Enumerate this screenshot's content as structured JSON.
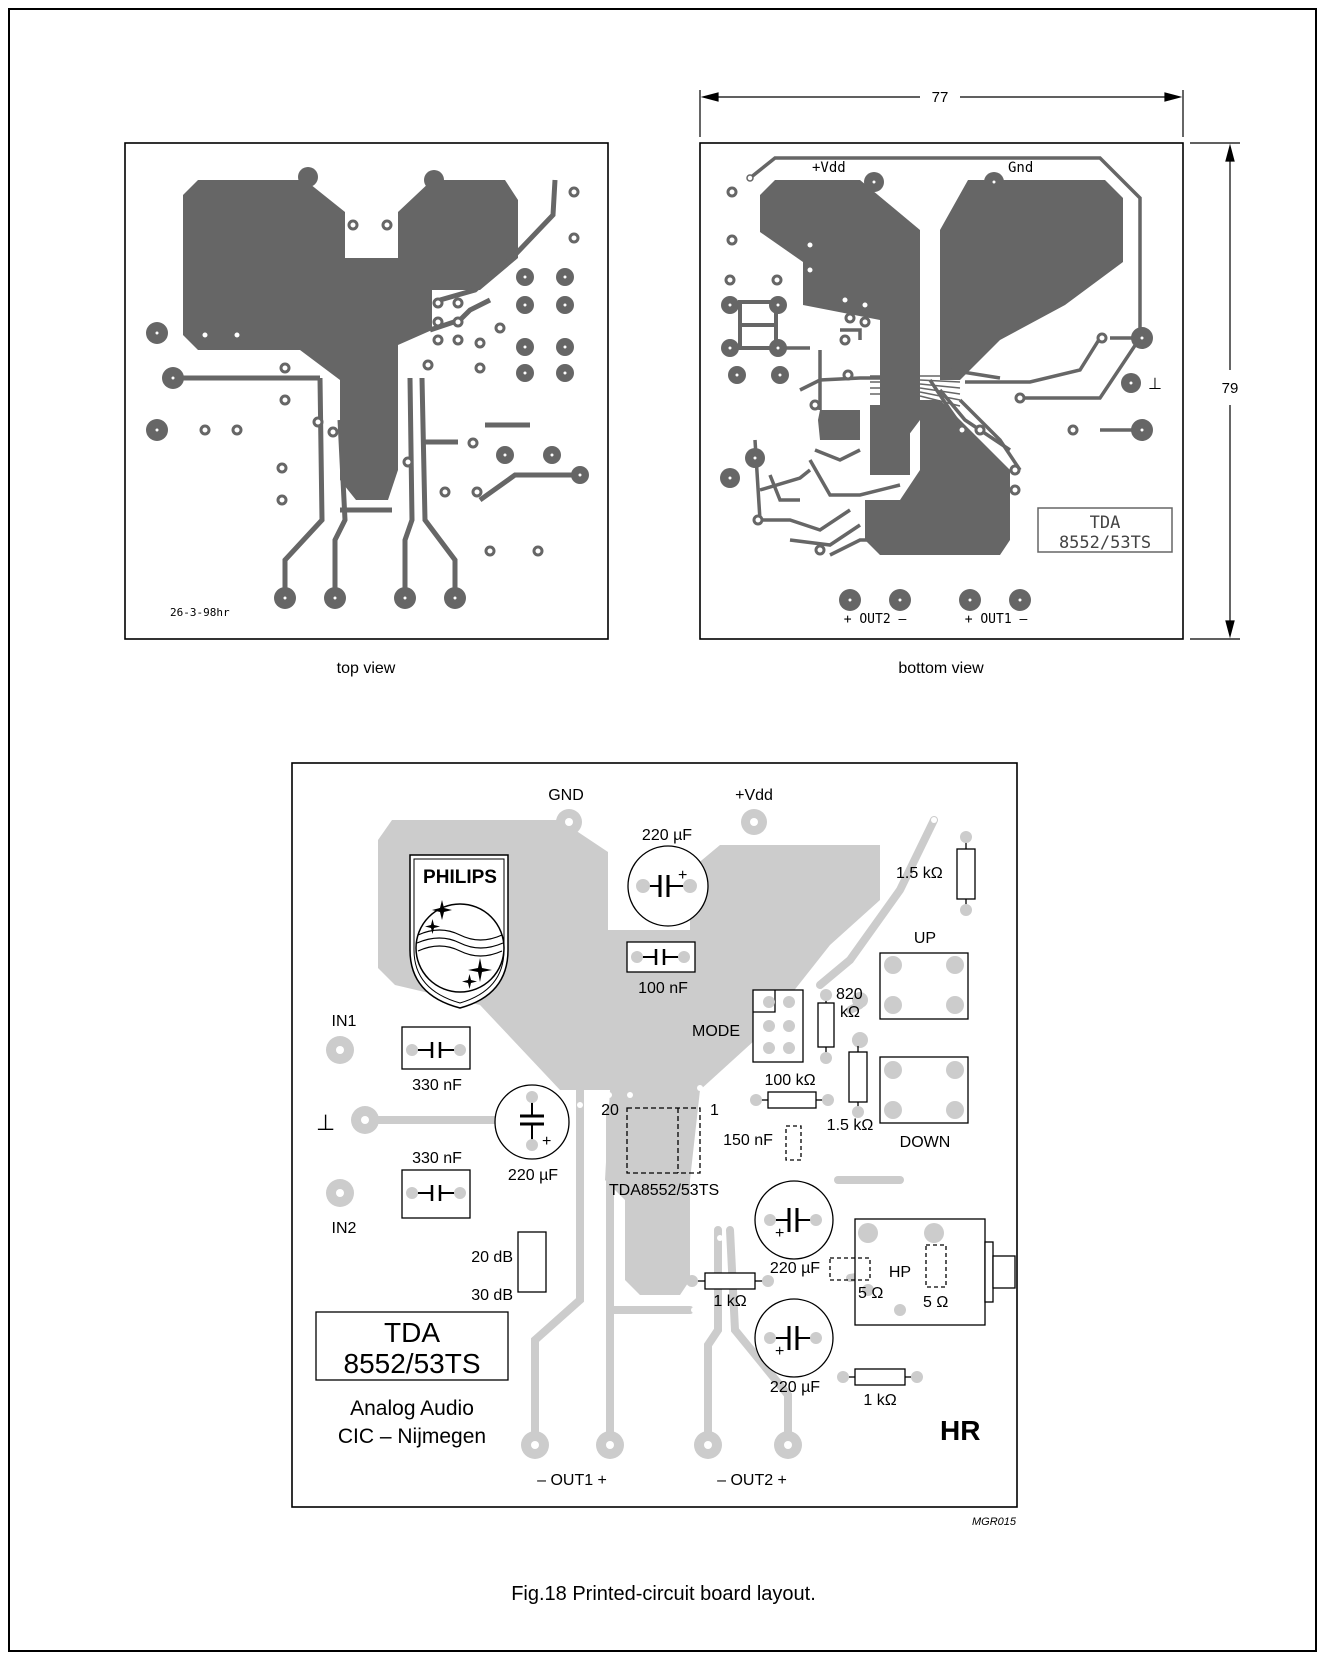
{
  "top_view": {
    "caption": "top view",
    "date_code": "26-3-98hr"
  },
  "bottom_view": {
    "caption": "bottom view",
    "dim_width": "77",
    "dim_height": "79",
    "vdd": "+Vdd",
    "gnd": "Gnd",
    "chip_line1": "TDA",
    "chip_line2": "8552/53TS",
    "out2": "+ OUT2 –",
    "out1": "+ OUT1 –",
    "ground_symbol": "⊥"
  },
  "assembly": {
    "gnd": "GND",
    "vdd": "+Vdd",
    "cap_220_top": "220 µF",
    "cap_100n": "100 nF",
    "logo": "PHILIPS",
    "in1": "IN1",
    "in2": "IN2",
    "cap_330_top": "330 nF",
    "cap_330_bottom": "330 nF",
    "ground_symbol": "⊥",
    "cap_220_left": "220 µF",
    "plus": "+",
    "pin20": "20",
    "pin1": "1",
    "ic_label": "TDA8552/53TS",
    "mode": "MODE",
    "r_1k5_top": "1.5 kΩ",
    "r_820k_1": "820",
    "r_820k_2": "kΩ",
    "r_100k": "100 kΩ",
    "r_1k5_mid": "1.5 kΩ",
    "cap_150n": "150 nF",
    "up": "UP",
    "down": "DOWN",
    "db20": "20 dB",
    "db30": "30 dB",
    "cap_220_mid": "220 µF",
    "cap_220_bot": "220 µF",
    "r_1k_mid": "1 kΩ",
    "r_1k_bot": "1 kΩ",
    "hp": "HP",
    "r_5_1": "5 Ω",
    "r_5_2": "5 Ω",
    "box_line1": "TDA",
    "box_line2": "8552/53TS",
    "maker1": "Analog Audio",
    "maker2": "CIC – Nijmegen",
    "out1": "–  OUT1 +",
    "out2": "–  OUT2 +",
    "hr_mark": "HR",
    "code": "MGR015"
  },
  "figure_caption": "Fig.18  Printed-circuit board layout.",
  "colors": {
    "copper": "#666666",
    "silk": "#cccccc",
    "line": "#000000"
  }
}
